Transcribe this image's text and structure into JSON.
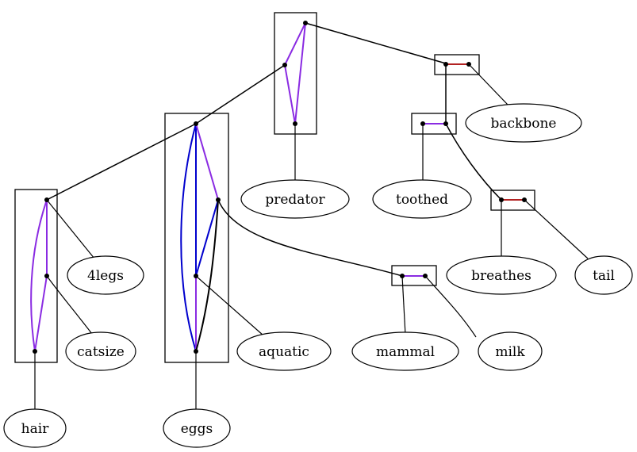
{
  "nodes": {
    "backbone": "backbone",
    "predator": "predator",
    "toothed": "toothed",
    "four_legs": "4legs",
    "breathes": "breathes",
    "tail": "tail",
    "catsize": "catsize",
    "aquatic": "aquatic",
    "mammal": "mammal",
    "milk": "milk",
    "hair": "hair",
    "eggs": "eggs"
  },
  "colors": {
    "purple": "#8a2be2",
    "blue": "#0000cd",
    "dark_red": "#b22222",
    "black": "#000000"
  }
}
